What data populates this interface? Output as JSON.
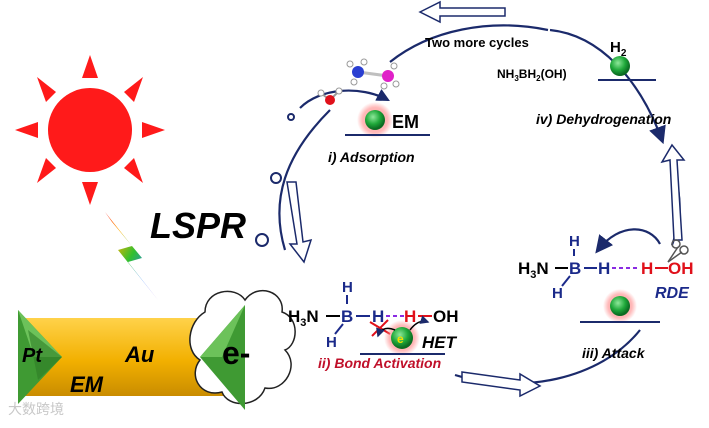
{
  "left": {
    "lspr": "LSPR",
    "pt": "Pt",
    "au": "Au",
    "em": "EM",
    "electron": "e-"
  },
  "cycle": {
    "top_label": "Two more cycles",
    "h2": "H",
    "h2_sub": "2",
    "nh3bh2oh_a": "NH",
    "nh3bh2oh_sub1": "3",
    "nh3bh2oh_b": "BH",
    "nh3bh2oh_sub2": "2",
    "nh3bh2oh_c": "(OH)",
    "em_label": "EM",
    "adsorption": "i) Adsorption",
    "dehydrogenation": "iv) Dehydrogenation",
    "bond_activation": "ii) Bond Activation",
    "attack": "iii) Attack",
    "het": "HET",
    "rde": "RDE",
    "e_circle": "e"
  },
  "mol_left": {
    "h3n": "H",
    "h3n_sub": "3",
    "n": "N",
    "b": "B",
    "h_top": "H",
    "h_bot": "H",
    "h_right": "H",
    "h_water": "H",
    "oh": "OH"
  },
  "mol_right": {
    "h3n": "H",
    "h3n_sub": "3",
    "n": "N",
    "b": "B",
    "h_top": "H",
    "h_bot": "H",
    "h_right": "H",
    "h_water": "H",
    "oh": "OH"
  },
  "watermark": "大数跨境",
  "colors": {
    "sun": "#ff1a1a",
    "gold": "#f2b400",
    "pt_green": "#4caf3f",
    "nanoparticle": "#1fa83a",
    "glow": "#f4a0a0",
    "cycle_arrow": "#1b2a6b",
    "bond_activation_text": "#c0102a",
    "water_red": "#e0101a",
    "dashed": "#8a2be2"
  }
}
